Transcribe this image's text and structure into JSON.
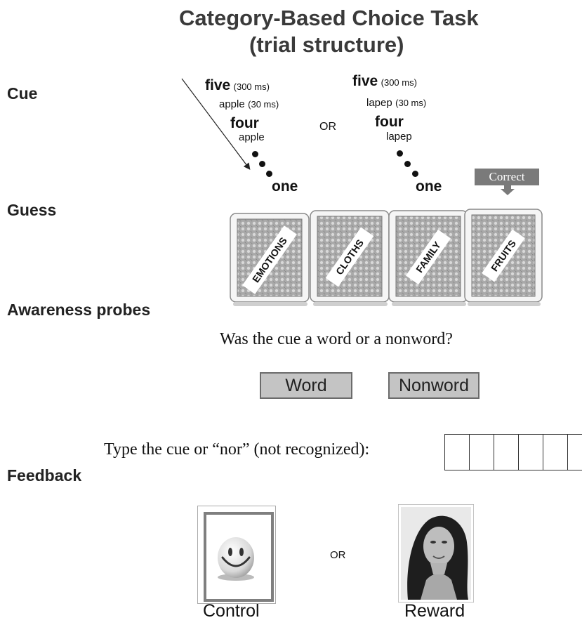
{
  "title": {
    "line1": "Category-Based Choice Task",
    "line2": "(trial structure)"
  },
  "sections": {
    "cue": "Cue",
    "guess": "Guess",
    "awareness": "Awareness probes",
    "feedback": "Feedback"
  },
  "cue": {
    "left": {
      "five": "five",
      "five_ms": "(300 ms)",
      "word": "apple",
      "word_ms": "(30 ms)",
      "four": "four",
      "word2": "apple",
      "one": "one"
    },
    "or": "OR",
    "right": {
      "five": "five",
      "five_ms": "(300 ms)",
      "word": "lapep",
      "word_ms": "(30 ms)",
      "four": "four",
      "word2": "lapep",
      "one": "one"
    }
  },
  "guess": {
    "correct_label": "Correct",
    "cards": [
      "EMOTIONS",
      "CLOTHS",
      "FAMILY",
      "FRUITS"
    ]
  },
  "awareness": {
    "question": "Was the cue a word or a nonword?",
    "word_button": "Word",
    "nonword_button": "Nonword",
    "type_prompt": "Type the cue or “nor” (not recognized):"
  },
  "feedback": {
    "or": "OR",
    "control_label": "Control",
    "reward_label": "Reward"
  }
}
